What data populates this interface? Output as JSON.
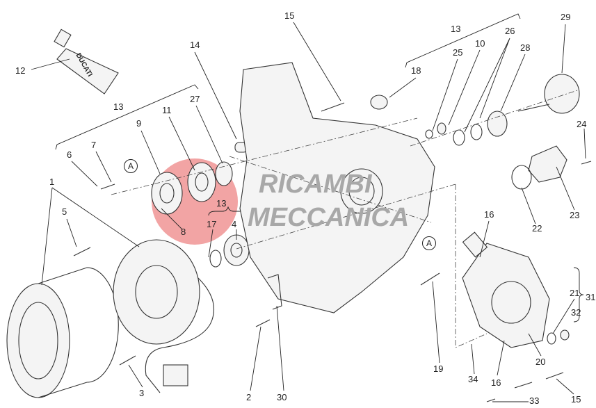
{
  "diagram": {
    "watermark": "RICAMBI MECCANICA",
    "tube_brand": "DUCATI",
    "callouts": {
      "c15a": "15",
      "c13a": "13",
      "c26": "26",
      "c29": "29",
      "c10": "10",
      "c25": "25",
      "c28": "28",
      "c18": "18",
      "c14": "14",
      "c12": "12",
      "c13b": "13",
      "c11": "11",
      "c27": "27",
      "c9": "9",
      "c7": "7",
      "c6": "6",
      "c24": "24",
      "c1": "1",
      "c5": "5",
      "c13c": "13",
      "c17": "17",
      "c4": "4",
      "c8": "8",
      "c22": "22",
      "c23": "23",
      "c16a": "16",
      "c21": "21",
      "c31": "31",
      "c32": "32",
      "c20": "20",
      "c34": "34",
      "c16b": "16",
      "c19": "19",
      "c2": "2",
      "c30": "30",
      "c3": "3",
      "c33": "33",
      "c15b": "15"
    },
    "ref_markers": {
      "a1": "A",
      "a2": "A"
    }
  }
}
